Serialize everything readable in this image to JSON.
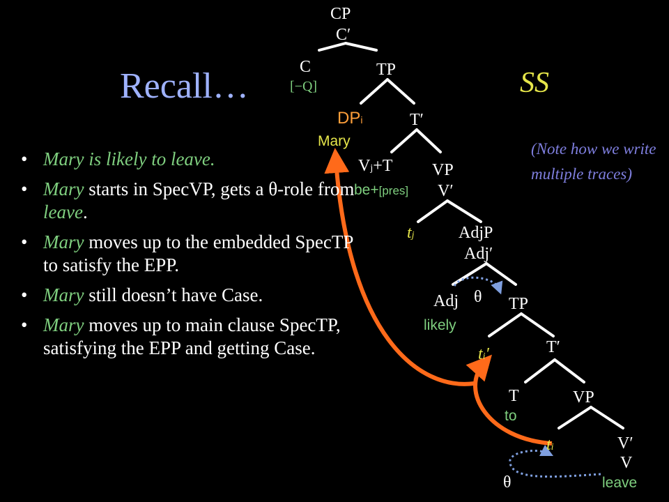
{
  "slide": {
    "title": "Recall…",
    "level": "SS",
    "note": "(Note how we write multiple traces)"
  },
  "bullets": [
    {
      "em": "Mary is likely to leave.",
      "rest": ""
    },
    {
      "em": "Mary",
      "rest": " starts in SpecVP, gets a θ-role from ",
      "em2": "leave",
      "rest2": "."
    },
    {
      "em": "Mary",
      "rest": " moves up to the embedded SpecTP to satisfy the EPP."
    },
    {
      "em": "Mary",
      "rest": " still doesn’t have Case."
    },
    {
      "em": "Mary",
      "rest": " moves up to main clause SpecTP, satisfying the EPP and getting Case."
    }
  ],
  "tree": {
    "cp": "CP",
    "cbar": "C′",
    "c": "C",
    "c_feature": "[−Q]",
    "tp1": "TP",
    "dp": "DP",
    "dp_index": "i",
    "mary": "Mary",
    "tbar1": "T′",
    "vt_v": "V",
    "vt_index": "j",
    "vt_t": "+T",
    "be": "be+",
    "be_pres": "[pres]",
    "vp1": "VP",
    "vbar1": "V′",
    "tj_t": "t",
    "tj_index": "j",
    "adjp": "AdjP",
    "adjbar": "Adj′",
    "adj": "Adj",
    "theta1": "θ",
    "likely": "likely",
    "tp2": "TP",
    "ti1_t": "t",
    "ti1_index": "i",
    "ti1_prime": "′",
    "tbar2": "T′",
    "t2": "T",
    "to": "to",
    "vp2": "VP",
    "ti2_t": "t",
    "ti2_index": "i",
    "vbar2": "V′",
    "v": "V",
    "theta2": "θ",
    "leave": "leave"
  },
  "colors": {
    "background": "#000000",
    "title": "#9fb2ff",
    "highlight": "#e6e64a",
    "green": "#7fcf7f",
    "note": "#7f7fdf",
    "arrow": "#ff6a1a",
    "theta_arrow": "#7f9fdf",
    "dp": "#ff9f3a"
  }
}
